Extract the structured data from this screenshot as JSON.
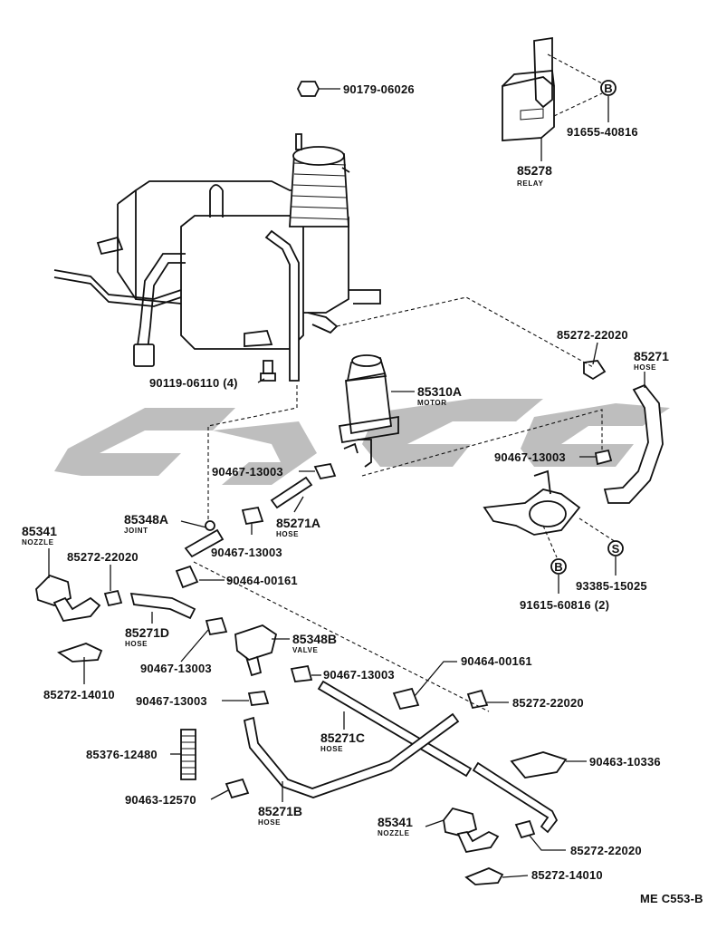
{
  "diagram_code": "ME C553-B",
  "watermark_colour": "#b3b3b3",
  "parts": {
    "p1": {
      "number": "90179-06026"
    },
    "p2": {
      "number": "91655-40816"
    },
    "p3": {
      "number": "85278",
      "name": "RELAY"
    },
    "p4": {
      "number": "85272-22020"
    },
    "p5": {
      "number": "85271",
      "name": "HOSE"
    },
    "p6": {
      "number": "90119-06110 (4)"
    },
    "p7": {
      "number": "85310A",
      "name": "MOTOR"
    },
    "p8": {
      "number": "90467-13003"
    },
    "p9": {
      "number": "90467-13003"
    },
    "p10": {
      "number": "85271A",
      "name": "HOSE"
    },
    "p11": {
      "number": "85348A",
      "name": "JOINT"
    },
    "p12": {
      "number": "90467-13003"
    },
    "p13": {
      "number": "85341",
      "name": "NOZZLE"
    },
    "p14": {
      "number": "85272-22020"
    },
    "p15": {
      "number": "90464-00161"
    },
    "p16": {
      "number": "93385-15025"
    },
    "p17": {
      "number": "91615-60816 (2)"
    },
    "p18": {
      "number": "85271D",
      "name": "HOSE"
    },
    "p19": {
      "number": "85348B",
      "name": "VALVE"
    },
    "p20": {
      "number": "90467-13003"
    },
    "p21": {
      "number": "90464-00161"
    },
    "p22": {
      "number": "90467-13003"
    },
    "p23": {
      "number": "85272-14010"
    },
    "p24": {
      "number": "90467-13003"
    },
    "p25": {
      "number": "85272-22020"
    },
    "p26": {
      "number": "85271C",
      "name": "HOSE"
    },
    "p27": {
      "number": "85376-12480"
    },
    "p28": {
      "number": "90463-10336"
    },
    "p29": {
      "number": "90463-12570"
    },
    "p30": {
      "number": "85271B",
      "name": "HOSE"
    },
    "p31": {
      "number": "85341",
      "name": "NOZZLE"
    },
    "p32": {
      "number": "85272-22020"
    },
    "p33": {
      "number": "85272-14010"
    }
  },
  "refs": {
    "b": "B",
    "s": "S"
  }
}
